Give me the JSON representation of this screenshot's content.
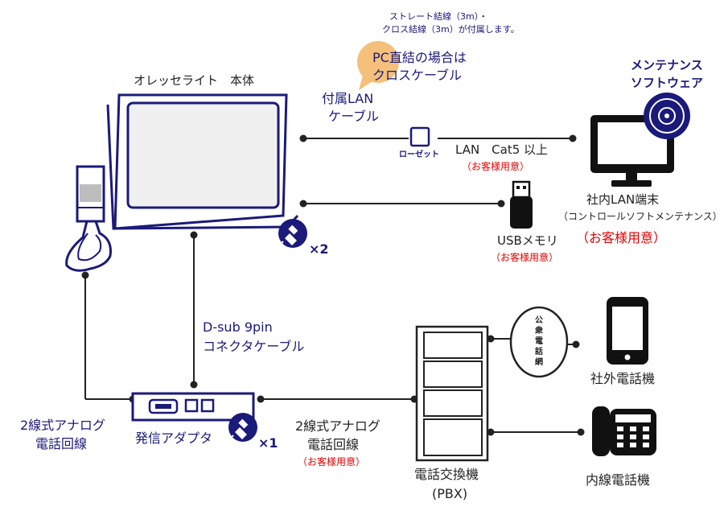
{
  "labels": {
    "main_unit": "オレッセライト　本体",
    "lan_note_line1": "ストレート結線（3m）・",
    "lan_note_line2": "クロス結線（3m）が付属します。",
    "pc_direct_line1": "PC直結の場合は",
    "pc_direct_line2": "クロスケーブル",
    "bundled_lan_line1": "付属LAN",
    "bundled_lan_line2": "ケーブル",
    "rosette": "ローゼット",
    "lan_cat5": "LAN　Cat5 以上",
    "customer_prepared": "（お客様用意）",
    "customer_prepared_large": "（お客様用意）",
    "maintenance_sw_line1": "メンテナンス",
    "maintenance_sw_line2": "ソフトウェア",
    "lan_terminal": "社内LAN端末",
    "lan_terminal_sub": "（コントロールソフトメンテナンス）",
    "usb_memory": "USBメモリ",
    "times2": "×2",
    "times1": "×1",
    "dsub_line1": "D-sub 9pin",
    "dsub_line2": "コネクタケーブル",
    "analog_left_line1": "2線式アナログ",
    "analog_left_line2": "電話回線",
    "analog_mid_line1": "2線式アナログ",
    "analog_mid_line2": "電話回線",
    "adapter": "発信アダプタ",
    "public_network": "公衆電話網",
    "pbx_line1": "電話交換機",
    "pbx_line2": "(PBX)",
    "external_phone": "社外電話機",
    "internal_phone": "内線電話機"
  },
  "colors": {
    "navy": "#1a1a7a",
    "red": "#e00000",
    "bubble": "#f5c07a",
    "screen": "#f0f0f0"
  },
  "icons": [
    "handset-icon",
    "power-plug-icon",
    "cd-disc-icon",
    "monitor-icon",
    "usb-stick-icon",
    "smartphone-icon",
    "desk-phone-icon"
  ]
}
